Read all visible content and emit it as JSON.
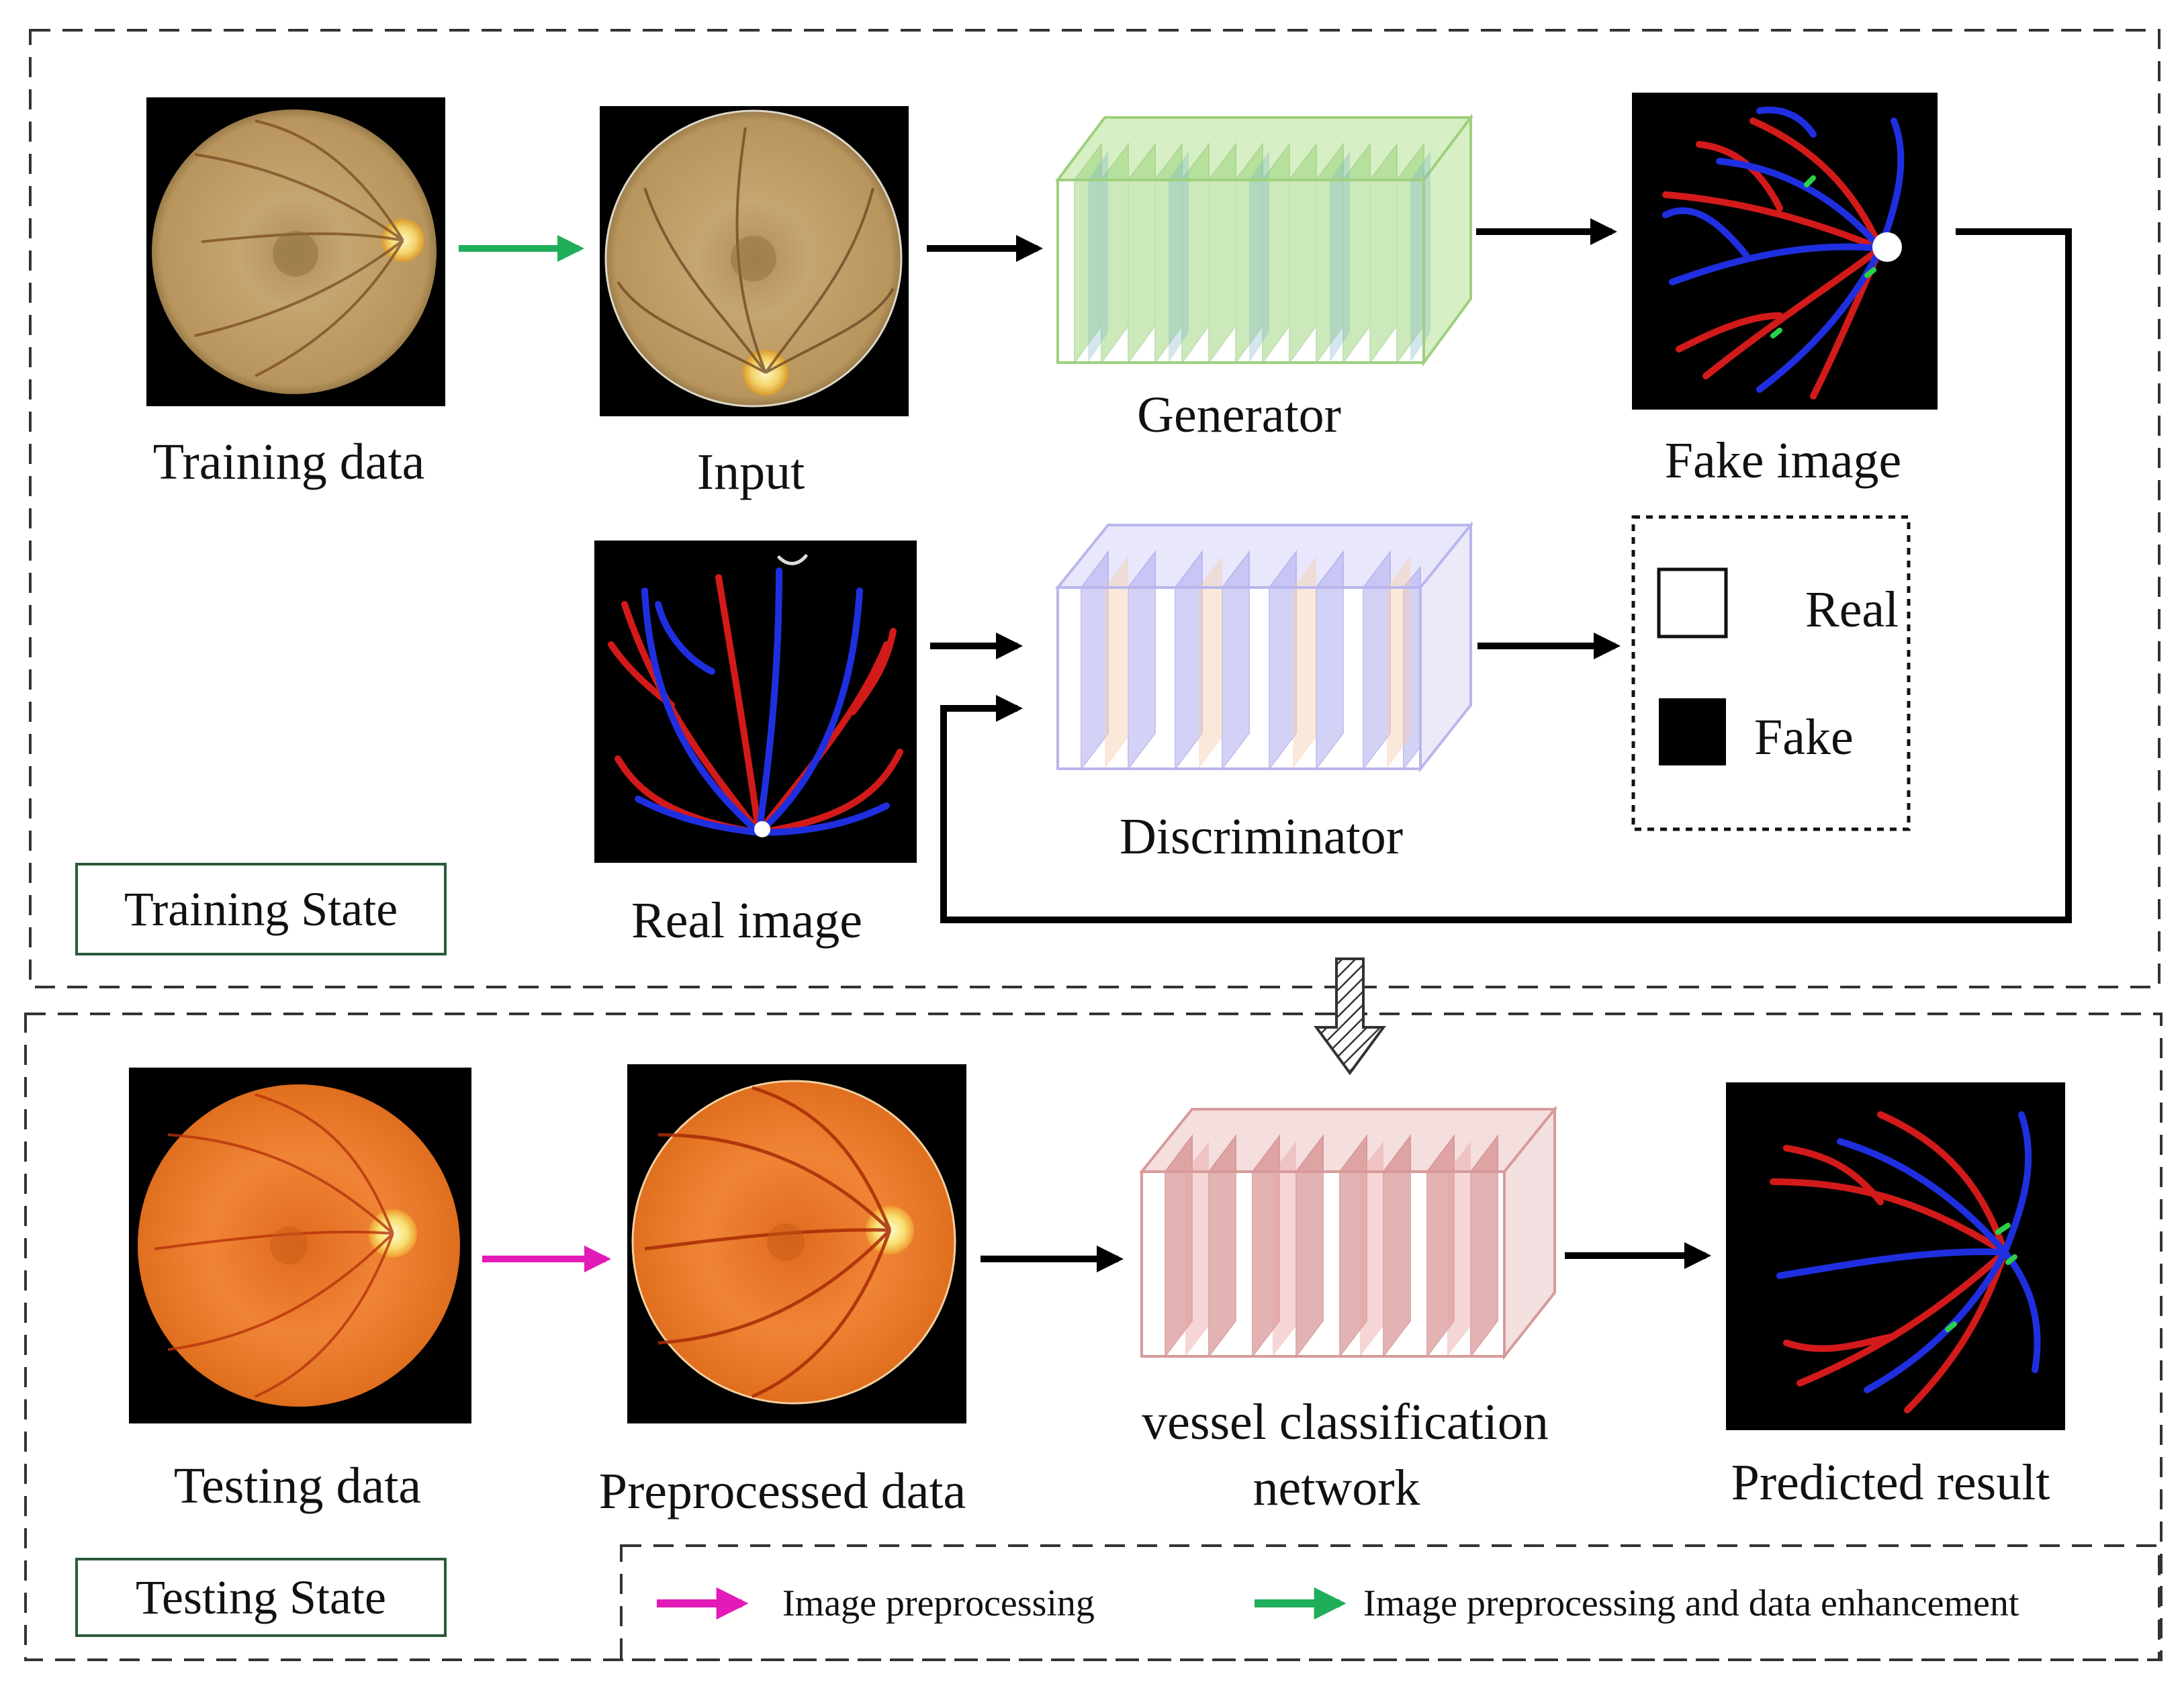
{
  "training": {
    "state_label": "Training State",
    "training_data": "Training data",
    "input": "Input",
    "generator": "Generator",
    "fake_image": "Fake image",
    "real_image": "Real image",
    "discriminator": "Discriminator",
    "output_real": "Real",
    "output_fake": "Fake"
  },
  "testing": {
    "state_label": "Testing State",
    "testing_data": "Testing data",
    "preprocessed_data": "Preprocessed data",
    "network_line1": "vessel classification",
    "network_line2": "network",
    "predicted_result": "Predicted result"
  },
  "legend": {
    "preprocessing": "Image preprocessing",
    "preprocessing_enhancement": "Image preprocessing and data enhancement"
  },
  "colors": {
    "preprocessing_arrow": "#e31ab8",
    "enhancement_arrow": "#1fae5a",
    "generator": "#8fcf6a",
    "discriminator": "#a9a6ee",
    "classifier": "#c96a6a",
    "artery": "#d21a1a",
    "vein": "#1f2fe0"
  },
  "icons": [
    "retina-fundus-icon",
    "vessel-map-icon",
    "network-block-icon",
    "arrow-icon",
    "hatched-down-arrow-icon"
  ]
}
